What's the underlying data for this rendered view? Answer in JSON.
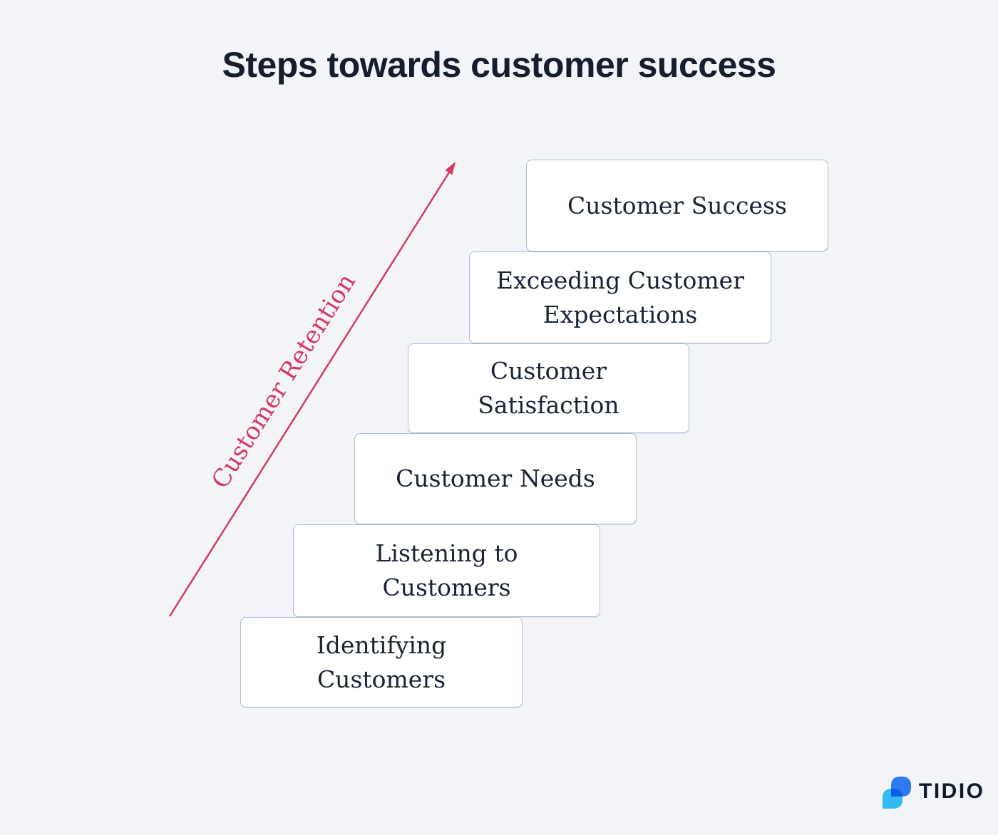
{
  "title": "Steps towards customer success",
  "arrow_label": "Customer Retention",
  "steps": [
    {
      "label": "Customer Success"
    },
    {
      "label": "Exceeding Customer Expectations"
    },
    {
      "label": "Customer Satisfaction"
    },
    {
      "label": "Customer Needs"
    },
    {
      "label": "Listening to Customers"
    },
    {
      "label": "Identifying Customers"
    }
  ],
  "logo": {
    "wordmark": "TIDIO"
  },
  "colors": {
    "background": "#f2f4f8",
    "accent_pink": "#d63a64",
    "box_border": "#aebbd0",
    "box_text": "#1a2433",
    "title_text": "#161e2e",
    "logo_dark_blue": "#2e7bf0",
    "logo_light_blue": "#35c3f5"
  }
}
